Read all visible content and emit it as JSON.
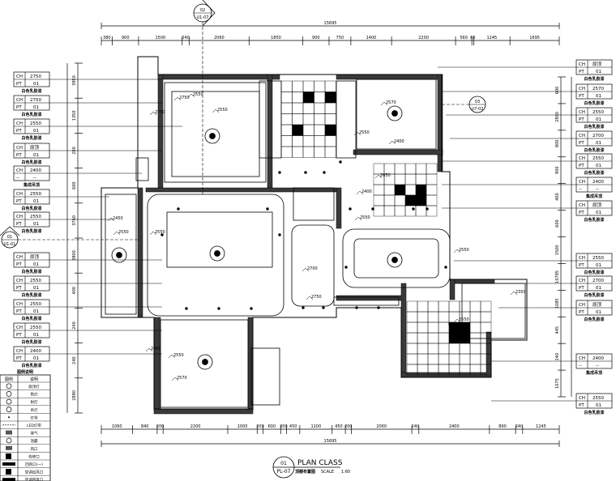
{
  "title": {
    "number": "01",
    "sheet": "PL-07",
    "name": "PLAN CLASS",
    "subtitle": "顶棚布置图",
    "scale_label": "SCALE",
    "scale": "1:60"
  },
  "section_markers": [
    {
      "number": "02",
      "sheet": "U1-07"
    },
    {
      "number": "01",
      "sheet": "U1-01"
    },
    {
      "number": "03",
      "sheet": "U7-02"
    }
  ],
  "dims_top": {
    "total": "15695",
    "segments": [
      "380",
      "900",
      "1500",
      "240",
      "2060",
      "1850",
      "900",
      "750",
      "1400",
      "2200",
      "560",
      "65",
      "1245",
      "1695"
    ]
  },
  "dims_bottom": {
    "total": "15695",
    "segments": [
      "1060",
      "840",
      "200",
      "2200",
      "1000",
      "200",
      "600",
      "200",
      "450",
      "1100",
      "450",
      "200",
      "2060",
      "240",
      "2400",
      "890",
      "240",
      "1245"
    ]
  },
  "dims_left": [
    "3950",
    "1350",
    "200",
    "600",
    "3760",
    "3800",
    "400",
    "240",
    "240",
    "2880"
  ],
  "dims_right": [
    "600",
    "2800",
    "800",
    "900",
    "400",
    "600",
    "1500",
    "10785",
    "1085",
    "445",
    "240",
    "1075"
  ],
  "tags_left": [
    {
      "k1": "CH",
      "v1": "2750",
      "k2": "PT",
      "v2": "01",
      "mat": "白色乳胶漆"
    },
    {
      "k1": "CH",
      "v1": "2750",
      "k2": "PT",
      "v2": "01",
      "mat": "白色乳胶漆"
    },
    {
      "k1": "CH",
      "v1": "2550",
      "k2": "PT",
      "v2": "01",
      "mat": "白色乳胶漆"
    },
    {
      "k1": "CH",
      "v1": "原顶",
      "k2": "PT",
      "v2": "01",
      "mat": "白色乳胶漆"
    },
    {
      "k1": "CH",
      "v1": "2400",
      "k2": "--",
      "v2": "--",
      "mat": "集成吊顶"
    },
    {
      "k1": "CH",
      "v1": "2550",
      "k2": "PT",
      "v2": "01",
      "mat": "白色乳胶漆"
    },
    {
      "k1": "CH",
      "v1": "2550",
      "k2": "PT",
      "v2": "01",
      "mat": "白色乳胶漆"
    },
    {
      "k1": "CH",
      "v1": "原顶",
      "k2": "PT",
      "v2": "01",
      "mat": "白色乳胶漆"
    },
    {
      "k1": "CH",
      "v1": "2550",
      "k2": "PT",
      "v2": "01",
      "mat": "白色乳胶漆"
    },
    {
      "k1": "CH",
      "v1": "2550",
      "k2": "PT",
      "v2": "01",
      "mat": "白色乳胶漆"
    },
    {
      "k1": "CH",
      "v1": "2550",
      "k2": "PT",
      "v2": "01",
      "mat": "白色乳胶漆"
    },
    {
      "k1": "CH",
      "v1": "2400",
      "k2": "PT",
      "v2": "01",
      "mat": "白色乳胶漆"
    }
  ],
  "tags_right": [
    {
      "k1": "CH",
      "v1": "原顶",
      "k2": "PT",
      "v2": "01",
      "mat": "白色乳胶漆"
    },
    {
      "k1": "CH",
      "v1": "2570",
      "k2": "PT",
      "v2": "01",
      "mat": "白色乳胶漆"
    },
    {
      "k1": "CH",
      "v1": "2550",
      "k2": "PT",
      "v2": "01",
      "mat": "白色乳胶漆"
    },
    {
      "k1": "CH",
      "v1": "2700",
      "k2": "PT",
      "v2": "01",
      "mat": "白色乳胶漆"
    },
    {
      "k1": "CH",
      "v1": "2550",
      "k2": "PT",
      "v2": "01",
      "mat": "白色乳胶漆"
    },
    {
      "k1": "CH",
      "v1": "2400",
      "k2": "--",
      "v2": "--",
      "mat": "集成吊顶"
    },
    {
      "k1": "CH",
      "v1": "原顶",
      "k2": "PT",
      "v2": "01",
      "mat": "白色乳胶漆"
    },
    {
      "k1": "CH",
      "v1": "2550",
      "k2": "PT",
      "v2": "01",
      "mat": "白色乳胶漆"
    },
    {
      "k1": "CH",
      "v1": "2700",
      "k2": "PT",
      "v2": "01",
      "mat": "白色乳胶漆"
    },
    {
      "k1": "CH",
      "v1": "原顶",
      "k2": "PT",
      "v2": "01",
      "mat": "白色乳胶漆"
    },
    {
      "k1": "CH",
      "v1": "2400",
      "k2": "--",
      "v2": "--",
      "mat": "集成吊顶"
    },
    {
      "k1": "CH",
      "v1": "2550",
      "k2": "PT",
      "v2": "01",
      "mat": "白色乳胶漆"
    }
  ],
  "ceiling_heights": [
    "2750",
    "2750",
    "2550",
    "2550",
    "2570",
    "2550",
    "2400",
    "2550",
    "2650",
    "2450",
    "2550",
    "2550",
    "2700",
    "2750",
    "2550",
    "2350",
    "2550",
    "2400",
    "2550",
    "2570",
    "2400"
  ],
  "legend": {
    "title": "图例说明",
    "header": [
      "图例",
      "说明"
    ],
    "rows": [
      "吸顶灯",
      "筒灯",
      "射灯",
      "吊灯",
      "灯带",
      "LED灯带",
      "排气",
      "浴霸",
      "风口",
      "检修口",
      "回风口(一)",
      "空调出风口",
      "空调回风口"
    ]
  },
  "colors": {
    "line": "#000000",
    "wall": "#3a3a3a",
    "tile": "#000000",
    "background": "#ffffff"
  }
}
